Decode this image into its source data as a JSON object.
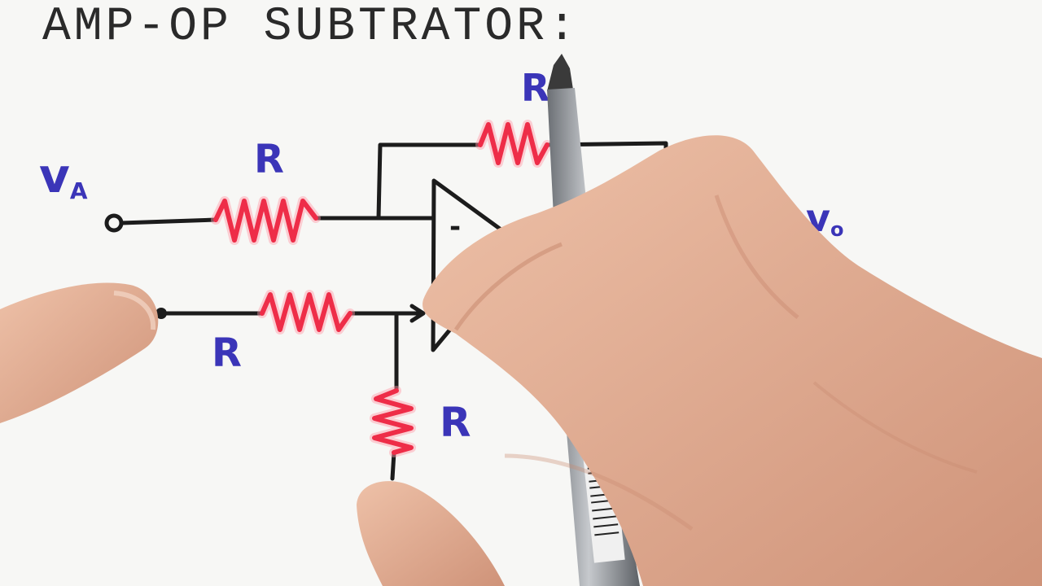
{
  "title": "AMP-OP  SUBTRATOR:",
  "labels": {
    "input_a": "v",
    "input_a_sub": "A",
    "output": "v",
    "output_sub": "o",
    "r_top_left": "R",
    "r_feedback": "R",
    "r_bottom": "R",
    "r_ground": "R",
    "minus_sign": "-"
  },
  "colors": {
    "wire": "#1c1c1c",
    "resistor": "#ee2d48",
    "label": "#3b35b8",
    "board": "#f7f7f5",
    "skin": "#e2ab8f",
    "pen": "#8f9398"
  }
}
